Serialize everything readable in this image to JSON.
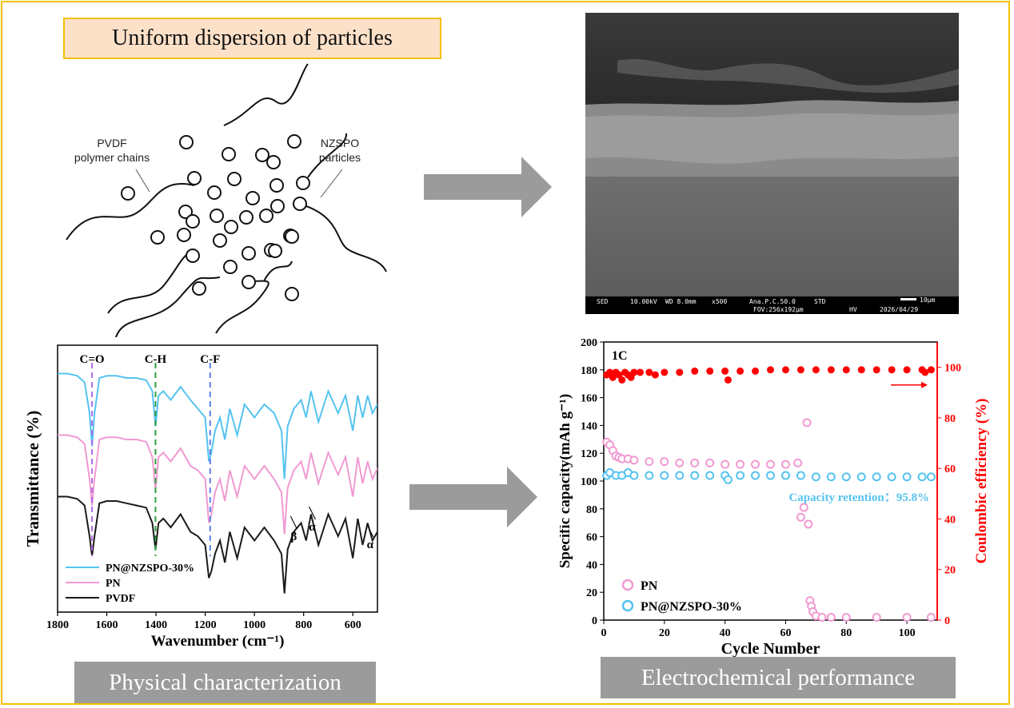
{
  "top_left": {
    "title": "Uniform dispersion of particles",
    "label_pvdf": [
      "PVDF",
      "polymer chains"
    ],
    "label_nzspo": [
      "NZSPO",
      "particles"
    ]
  },
  "sem": {
    "bar_sed": "SED",
    "bar_kv": "10.00kV",
    "bar_wd": "WD 8.0mm",
    "bar_mag": "x500",
    "bar_ana": "Ana.P.C.50.0",
    "bar_std": "STD",
    "bar_fov": "FOV:256x192µm",
    "bar_hv": "HV",
    "bar_scale": "10µm",
    "bar_date": "2026/04/29"
  },
  "captions": {
    "left": "Physical characterization",
    "right": "Electrochemical performance"
  },
  "colors": {
    "frame": "#f2c200",
    "title_fill": "#fde0c8",
    "arrow": "#9b9b9b",
    "blue": "#55c3f0",
    "pink": "#f09ad2",
    "black": "#1a1a1a",
    "red": "#ff0000"
  },
  "chart_data": [
    {
      "type": "line",
      "xlabel": "Wavenumber (cm⁻¹)",
      "ylabel": "Transmittance (%)",
      "xlim": [
        1800,
        500
      ],
      "x_reversed": true,
      "x_ticks": [
        1800,
        1600,
        1400,
        1200,
        1000,
        800,
        600
      ],
      "y_ticks_visible": false,
      "annotations": [
        {
          "text": "C=O",
          "x": 1660,
          "color": "#b36be8"
        },
        {
          "text": "C-H",
          "x": 1402,
          "color": "#2e9e3c"
        },
        {
          "text": "C-F",
          "x": 1180,
          "color": "#5b7fe8"
        },
        {
          "text": "β",
          "x": 840
        },
        {
          "text": "α",
          "x": 765
        },
        {
          "text": "α",
          "x": 530
        }
      ],
      "legend_position": "bottom-left",
      "series": [
        {
          "name": "PN@NZSPO-30%",
          "color": "#55c3f0",
          "x": [
            1800,
            1760,
            1720,
            1690,
            1670,
            1660,
            1650,
            1630,
            1600,
            1560,
            1520,
            1480,
            1440,
            1415,
            1402,
            1390,
            1370,
            1340,
            1300,
            1260,
            1230,
            1200,
            1185,
            1175,
            1160,
            1140,
            1120,
            1100,
            1070,
            1040,
            1000,
            960,
            920,
            890,
            878,
            865,
            840,
            810,
            790,
            770,
            740,
            700,
            660,
            630,
            600,
            580,
            560,
            540,
            520,
            500
          ],
          "y": [
            98,
            98,
            97,
            94,
            80,
            65,
            80,
            96,
            97,
            97,
            96,
            96,
            95,
            90,
            74,
            88,
            90,
            86,
            92,
            86,
            82,
            78,
            58,
            62,
            72,
            78,
            68,
            82,
            70,
            84,
            78,
            84,
            80,
            72,
            50,
            74,
            82,
            86,
            78,
            90,
            76,
            90,
            80,
            88,
            72,
            88,
            78,
            88,
            80,
            84
          ]
        },
        {
          "name": "PN",
          "color": "#f09ad2",
          "x": [
            1800,
            1760,
            1720,
            1690,
            1670,
            1660,
            1650,
            1630,
            1600,
            1560,
            1520,
            1480,
            1440,
            1415,
            1402,
            1390,
            1370,
            1340,
            1300,
            1260,
            1230,
            1200,
            1185,
            1175,
            1160,
            1140,
            1120,
            1100,
            1070,
            1040,
            1000,
            960,
            920,
            890,
            878,
            865,
            840,
            810,
            790,
            770,
            740,
            700,
            660,
            630,
            600,
            580,
            560,
            540,
            520,
            500
          ],
          "y": [
            70,
            70,
            69,
            66,
            50,
            38,
            50,
            68,
            69,
            69,
            68,
            68,
            67,
            60,
            45,
            60,
            62,
            58,
            64,
            56,
            54,
            50,
            30,
            34,
            44,
            50,
            40,
            54,
            42,
            56,
            50,
            56,
            50,
            44,
            25,
            46,
            54,
            58,
            50,
            62,
            48,
            62,
            52,
            60,
            42,
            60,
            48,
            58,
            50,
            55
          ]
        },
        {
          "name": "PVDF",
          "color": "#1a1a1a",
          "x": [
            1800,
            1760,
            1720,
            1690,
            1670,
            1660,
            1650,
            1630,
            1600,
            1560,
            1520,
            1480,
            1440,
            1415,
            1402,
            1390,
            1370,
            1340,
            1300,
            1260,
            1230,
            1200,
            1185,
            1175,
            1160,
            1140,
            1120,
            1100,
            1070,
            1040,
            1000,
            960,
            920,
            890,
            878,
            865,
            840,
            810,
            790,
            770,
            740,
            700,
            660,
            630,
            600,
            580,
            560,
            540,
            520,
            500
          ],
          "y": [
            42,
            42,
            41,
            38,
            24,
            15,
            24,
            39,
            40,
            40,
            39,
            38,
            37,
            30,
            18,
            30,
            32,
            28,
            34,
            26,
            24,
            20,
            5,
            8,
            16,
            22,
            12,
            26,
            14,
            28,
            22,
            28,
            22,
            16,
            -2,
            18,
            26,
            30,
            22,
            34,
            20,
            34,
            24,
            32,
            14,
            32,
            20,
            30,
            22,
            26
          ]
        }
      ]
    },
    {
      "type": "scatter",
      "title": "1C",
      "xlabel": "Cycle Number",
      "ylabel_left": "Specific capacity(mAh g⁻¹)",
      "ylabel_right": "Coulombic efficiency (%)",
      "xlim": [
        0,
        110
      ],
      "ylim_left": [
        0,
        200
      ],
      "ylim_right": [
        0,
        110
      ],
      "x_ticks": [
        0,
        20,
        40,
        60,
        80,
        100
      ],
      "y_ticks_left": [
        0,
        20,
        40,
        60,
        80,
        100,
        120,
        140,
        160,
        180,
        200
      ],
      "y_ticks_right": [
        0,
        20,
        40,
        60,
        80,
        100
      ],
      "annotation": "Capacity retention：95.8%",
      "legend_position": "bottom-left",
      "series": [
        {
          "name": "PN",
          "axis": "left",
          "color": "#f09ad2",
          "points": [
            [
              1,
              128
            ],
            [
              2,
              126
            ],
            [
              3,
              122
            ],
            [
              4,
              118
            ],
            [
              5,
              117
            ],
            [
              6,
              116
            ],
            [
              8,
              116
            ],
            [
              10,
              115
            ],
            [
              15,
              114
            ],
            [
              20,
              114
            ],
            [
              25,
              113
            ],
            [
              30,
              113
            ],
            [
              35,
              113
            ],
            [
              40,
              112
            ],
            [
              45,
              112
            ],
            [
              50,
              112
            ],
            [
              55,
              112
            ],
            [
              60,
              112
            ],
            [
              64,
              113
            ],
            [
              65,
              74
            ],
            [
              66,
              81
            ],
            [
              67,
              142
            ],
            [
              67.5,
              69
            ],
            [
              68,
              14
            ],
            [
              68.5,
              10
            ],
            [
              69,
              6
            ],
            [
              70,
              3
            ],
            [
              72,
              2
            ],
            [
              75,
              2
            ],
            [
              80,
              2
            ],
            [
              90,
              2
            ],
            [
              100,
              2
            ],
            [
              108,
              2
            ]
          ]
        },
        {
          "name": "PN@NZSPO-30%",
          "axis": "left",
          "color": "#55c3f0",
          "points": [
            [
              1,
              104
            ],
            [
              2,
              106
            ],
            [
              4,
              104
            ],
            [
              6,
              104
            ],
            [
              8,
              106
            ],
            [
              10,
              104
            ],
            [
              15,
              104
            ],
            [
              20,
              104
            ],
            [
              25,
              104
            ],
            [
              30,
              104
            ],
            [
              35,
              104
            ],
            [
              40,
              104
            ],
            [
              41,
              101
            ],
            [
              45,
              104
            ],
            [
              50,
              104
            ],
            [
              55,
              104
            ],
            [
              60,
              104
            ],
            [
              65,
              104
            ],
            [
              70,
              103
            ],
            [
              75,
              103
            ],
            [
              80,
              103
            ],
            [
              85,
              103
            ],
            [
              90,
              103
            ],
            [
              95,
              103
            ],
            [
              100,
              103
            ],
            [
              105,
              103
            ],
            [
              108,
              103
            ]
          ]
        },
        {
          "name": "Coulombic efficiency",
          "axis": "right",
          "color": "#ff0000",
          "points": [
            [
              1,
              97
            ],
            [
              2,
              98
            ],
            [
              3,
              96
            ],
            [
              4,
              98
            ],
            [
              5,
              97
            ],
            [
              6,
              95
            ],
            [
              7,
              98
            ],
            [
              8,
              97
            ],
            [
              9,
              96
            ],
            [
              10,
              98
            ],
            [
              12,
              98
            ],
            [
              15,
              98
            ],
            [
              17,
              97
            ],
            [
              20,
              98
            ],
            [
              25,
              98
            ],
            [
              30,
              98.5
            ],
            [
              35,
              98.5
            ],
            [
              40,
              98.5
            ],
            [
              41,
              95
            ],
            [
              45,
              98.5
            ],
            [
              50,
              98.5
            ],
            [
              55,
              99
            ],
            [
              60,
              99
            ],
            [
              65,
              99
            ],
            [
              70,
              99
            ],
            [
              75,
              99
            ],
            [
              80,
              99
            ],
            [
              85,
              99
            ],
            [
              90,
              99
            ],
            [
              95,
              99
            ],
            [
              100,
              99
            ],
            [
              105,
              99
            ],
            [
              106,
              98
            ],
            [
              108,
              99
            ]
          ]
        }
      ]
    }
  ]
}
